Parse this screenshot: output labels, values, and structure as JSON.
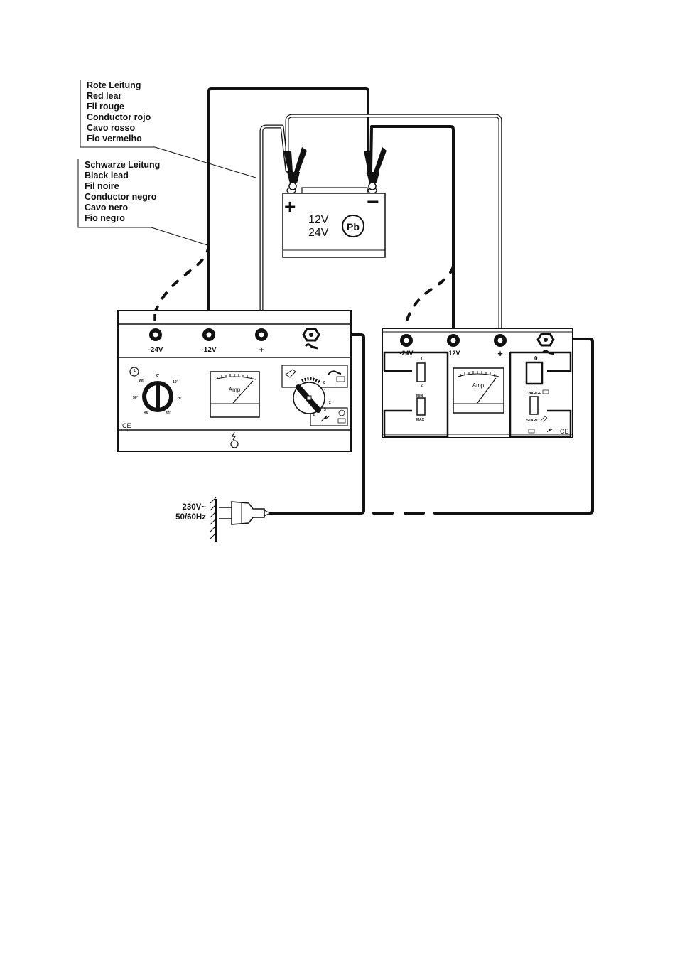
{
  "legend_red": {
    "lines": [
      "Rote Leitung",
      "Red lear",
      "Fil rouge",
      "Conductor rojo",
      "Cavo rosso",
      "Fio vermelho"
    ]
  },
  "legend_black": {
    "lines": [
      "Schwarze Leitung",
      "Black lead",
      "Fil noire",
      "Conductor negro",
      "Cavo nero",
      "Fio negro"
    ]
  },
  "battery": {
    "plus": "+",
    "minus": "−",
    "voltage_1": "12V",
    "voltage_2": "24V",
    "type": "Pb"
  },
  "charger_left": {
    "terminals": [
      "-24V",
      "-12V",
      "+"
    ],
    "meter_label": "Amp",
    "timer_marks": [
      "0'",
      "10'",
      "20'",
      "30'",
      "40'",
      "50'",
      "60'"
    ],
    "switch_marks": [
      "0",
      "1",
      "2",
      "3",
      "4"
    ],
    "ce_mark": "CE"
  },
  "charger_right": {
    "terminals": [
      "-24V",
      "-12V",
      "+"
    ],
    "meter_label": "Amp",
    "switch_top_marks": [
      "1",
      "2"
    ],
    "min_label": "MIN",
    "max_label": "MAX",
    "power_marks": [
      "0",
      "I"
    ],
    "charge_label": "CHARGE",
    "start_label": "START",
    "ce_mark": "CE"
  },
  "mains": {
    "voltage": "230V~",
    "frequency": "50/60Hz"
  }
}
